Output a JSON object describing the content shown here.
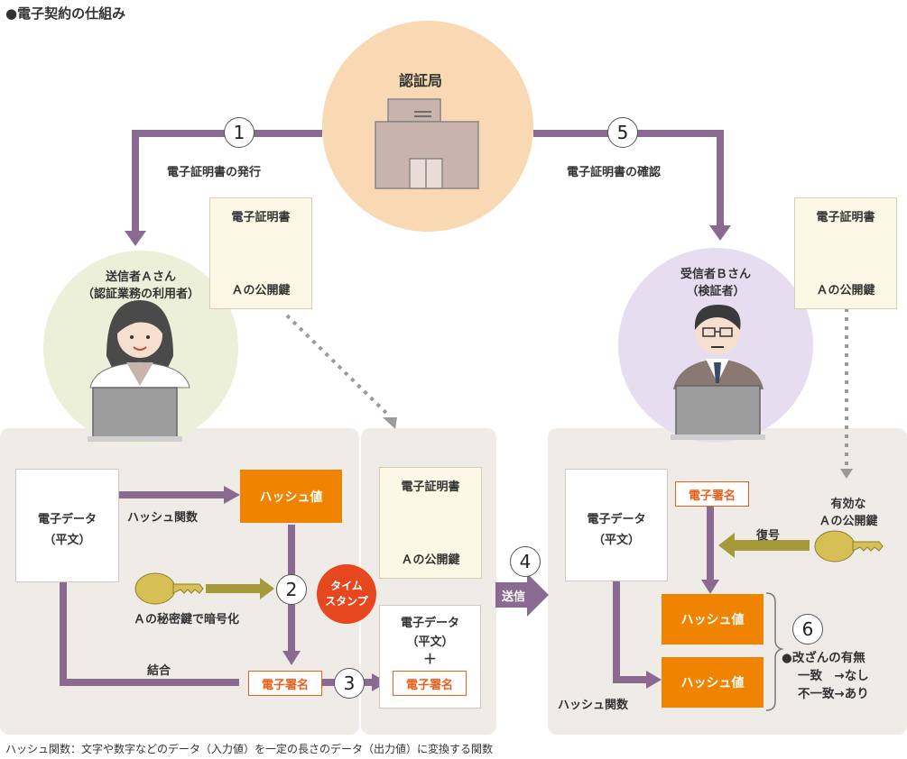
{
  "title": "●電子契約の仕組み",
  "ca": {
    "label": "認証局"
  },
  "steps": {
    "s1": "1",
    "s2": "2",
    "s3": "3",
    "s4": "4",
    "s5": "5",
    "s6": "6"
  },
  "flow": {
    "issue": "電子証明書の発行",
    "confirm": "電子証明書の確認",
    "hash_func": "ハッシュ関数",
    "encrypt": "Ａの秘密鍵で暗号化",
    "combine": "結合",
    "send": "送信",
    "decrypt": "復号",
    "hash_func_right": "ハッシュ関数"
  },
  "sender": {
    "line1": "送信者Ａさん",
    "line2": "（認証業務の利用者）"
  },
  "receiver": {
    "line1": "受信者Ｂさん",
    "line2": "（検証者）"
  },
  "cert_left": {
    "title": "電子証明書",
    "key": "Ａの公開鍵"
  },
  "cert_mid": {
    "title": "電子証明書",
    "key": "Ａの公開鍵"
  },
  "cert_right": {
    "title": "電子証明書",
    "key": "Ａの公開鍵"
  },
  "left_data": {
    "line1": "電子データ",
    "line2": "（平文）"
  },
  "hash_value": "ハッシュ値",
  "signature": "電子署名",
  "timestamp": {
    "line1": "タイム",
    "line2": "スタンプ"
  },
  "bundle": {
    "line1": "電子データ",
    "line2": "（平文）",
    "plus": "＋",
    "sig": "電子署名"
  },
  "right_data": {
    "line1": "電子データ",
    "line2": "（平文）"
  },
  "right_sig": "電子署名",
  "valid_key": {
    "line1": "有効な",
    "line2": "Ａの公開鍵"
  },
  "right_hash1": "ハッシュ値",
  "right_hash2": "ハッシュ値",
  "result": {
    "title": "●改ざんの有無",
    "line1": "一致　→なし",
    "line2": "不一致→あり"
  },
  "footnote": "ハッシュ関数：文字や数字などのデータ（入力値）を一定の長さのデータ（出力値）に変換する関数",
  "colors": {
    "arrow": "#8a6a91",
    "olive": "#a49a3a",
    "key": "#d6bf55",
    "orange": "#f08300",
    "sig": "#e8601c"
  }
}
